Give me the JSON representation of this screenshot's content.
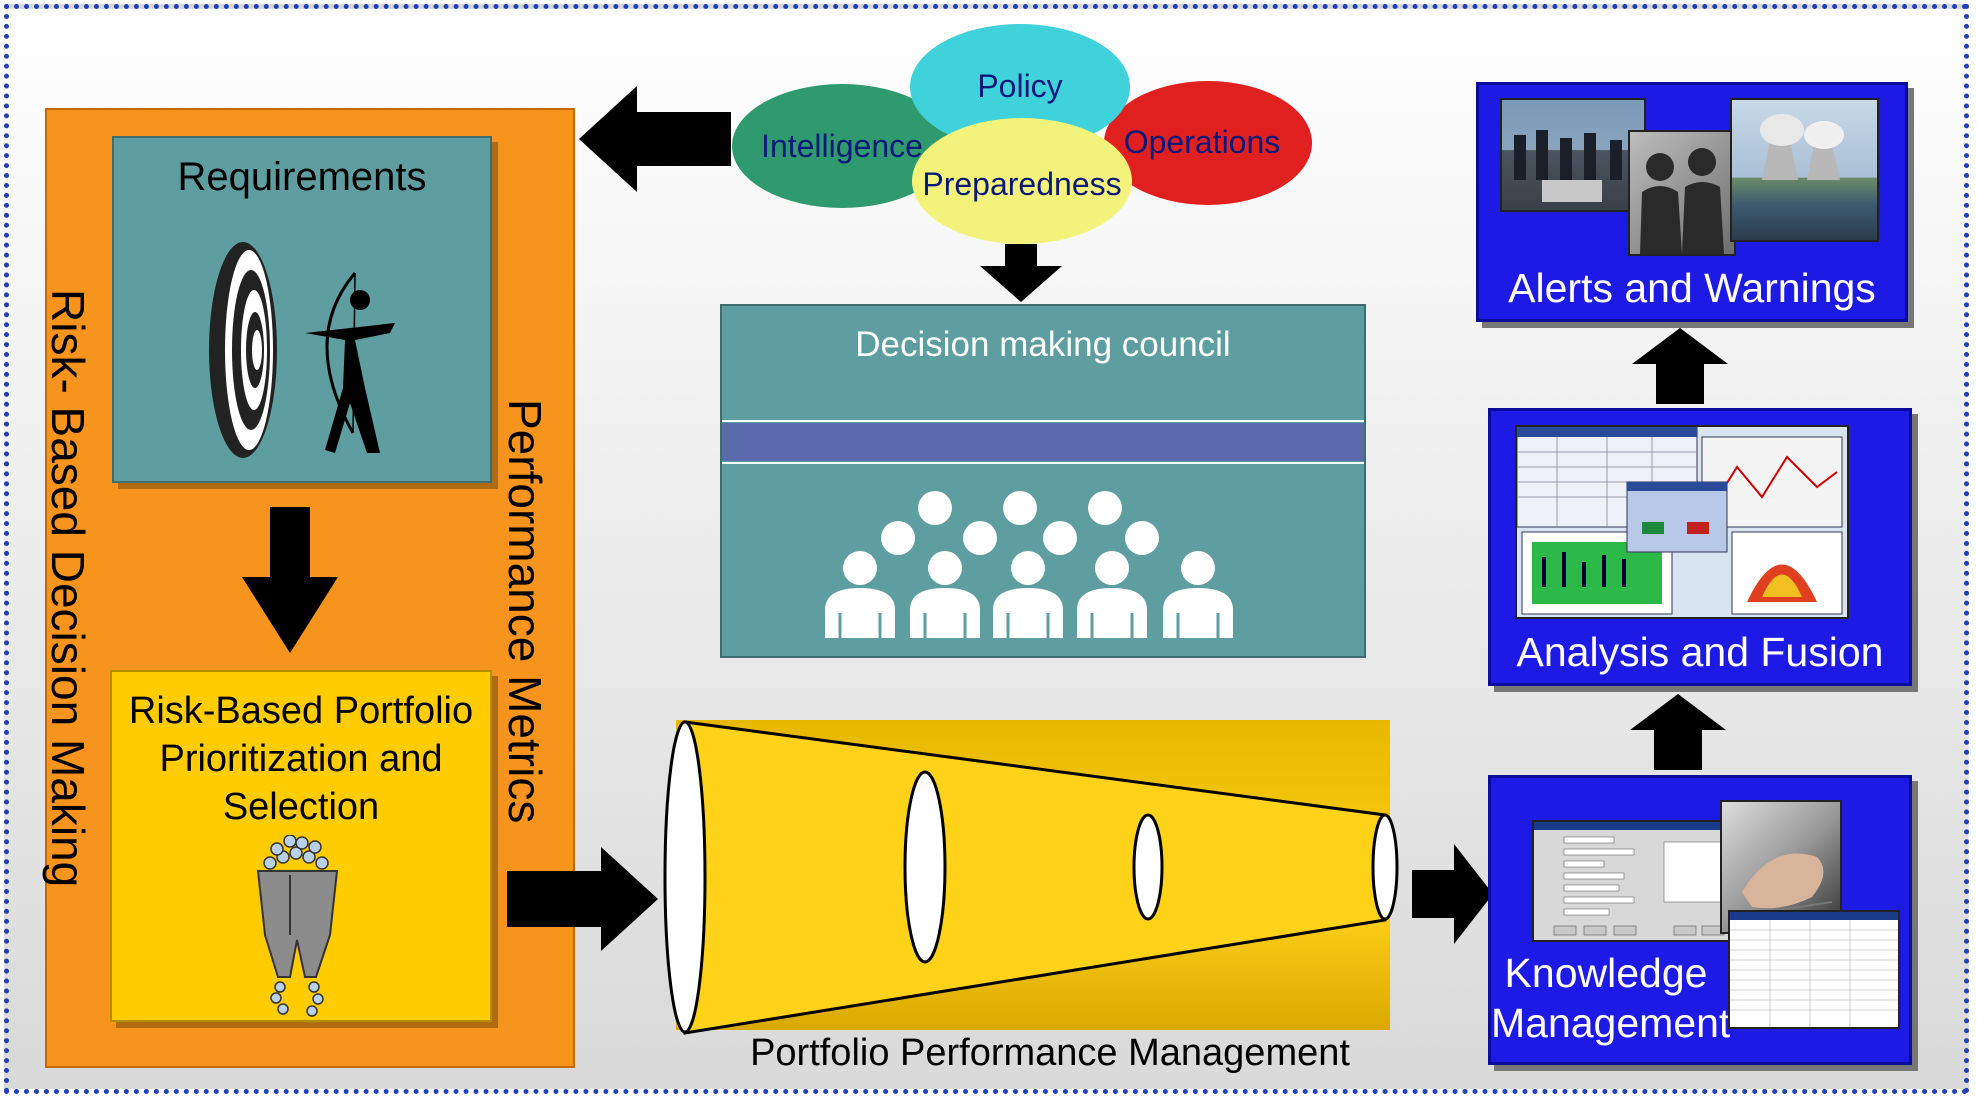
{
  "left_panel": {
    "outer_label": "Risk- Based Decision Making",
    "metrics_label": "Performance Metrics",
    "requirements": "Requirements",
    "portfolio_lines": [
      "Risk-Based Portfolio",
      "Prioritization and",
      "Selection"
    ]
  },
  "ellipses": {
    "policy": "Policy",
    "intelligence": "Intelligence",
    "operations": "Operations",
    "preparedness": "Preparedness"
  },
  "council": {
    "title": "Decision making council"
  },
  "funnel": {
    "label": "Portfolio Performance Management"
  },
  "right_column": {
    "alerts": "Alerts and Warnings",
    "analysis": "Analysis and Fusion",
    "knowledge_lines": [
      "Knowledge",
      "Management"
    ]
  },
  "colors": {
    "orange": "#f7941d",
    "teal": "#5f9ea0",
    "yellow": "#ffcc00",
    "blue": "#1d1ae6",
    "policy": "#3fd2da",
    "intelligence": "#2e9a6e",
    "operations": "#e01f1f",
    "preparedness": "#f3f27a"
  }
}
